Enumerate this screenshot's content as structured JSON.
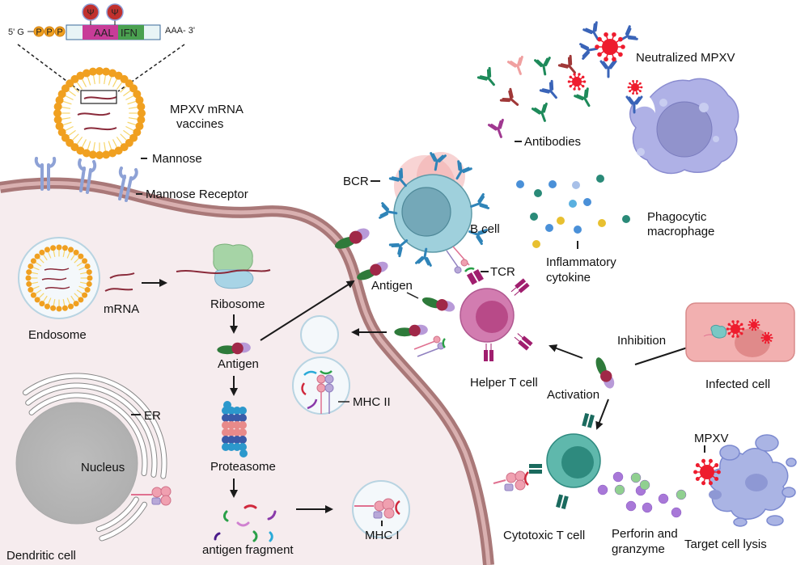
{
  "mrna_construct": {
    "five_prime": "5' G",
    "cap": [
      "P",
      "P",
      "P"
    ],
    "cap_caption": "P",
    "modification_symbol": "Ψ",
    "coding_region_left": "AAL",
    "coding_region_right": "IFN",
    "three_prime": "AAA- 3'"
  },
  "labels": {
    "vaccine_line1": "MPXV mRNA",
    "vaccine_line2": "vaccines",
    "mannose": "Mannose",
    "mannose_receptor": "Mannose Receptor",
    "endosome": "Endosome",
    "mrna": "mRNA",
    "ribosome": "Ribosome",
    "antigen_inside": "Antigen",
    "proteasome": "Proteasome",
    "antigen_fragment": "antigen fragment",
    "mhc1": "MHC I",
    "mhc2": "MHC II",
    "er": "ER",
    "nucleus": "Nucleus",
    "dendritic_cell": "Dendritic cell",
    "bcr": "BCR",
    "b_cell": "B cell",
    "antigen_outside": "Antigen",
    "tcr": "TCR",
    "helper_t_cell": "Helper T cell",
    "activation": "Activation",
    "inhibition": "Inhibition",
    "infected_cell": "Infected cell",
    "cytotoxic_t_cell": "Cytotoxic T cell",
    "perforin_line1": "Perforin and",
    "perforin_line2": "granzyme",
    "mpxv": "MPXV",
    "target_cell_lysis": "Target cell lysis",
    "antibodies": "Antibodies",
    "neutralized_mpxv": "Neutralized MPXV",
    "macrophage_line1": "Phagocytic",
    "macrophage_line2": "macrophage",
    "cytokine_line1": "Inflammatory",
    "cytokine_line2": "cytokine"
  },
  "colors": {
    "lipid_head": "#f0a020",
    "lipid_tail": "#f6d66a",
    "membrane": "#b07a7a",
    "cytoplasm": "#f6ecee",
    "b_cell": "#9fd0dc",
    "helper_t": "#d070a8",
    "cytotoxic_t": "#2f9488",
    "macrophage": "#aeb0e4",
    "virus": "#ee1c2e",
    "infected_cell": "#f2b0b0"
  }
}
